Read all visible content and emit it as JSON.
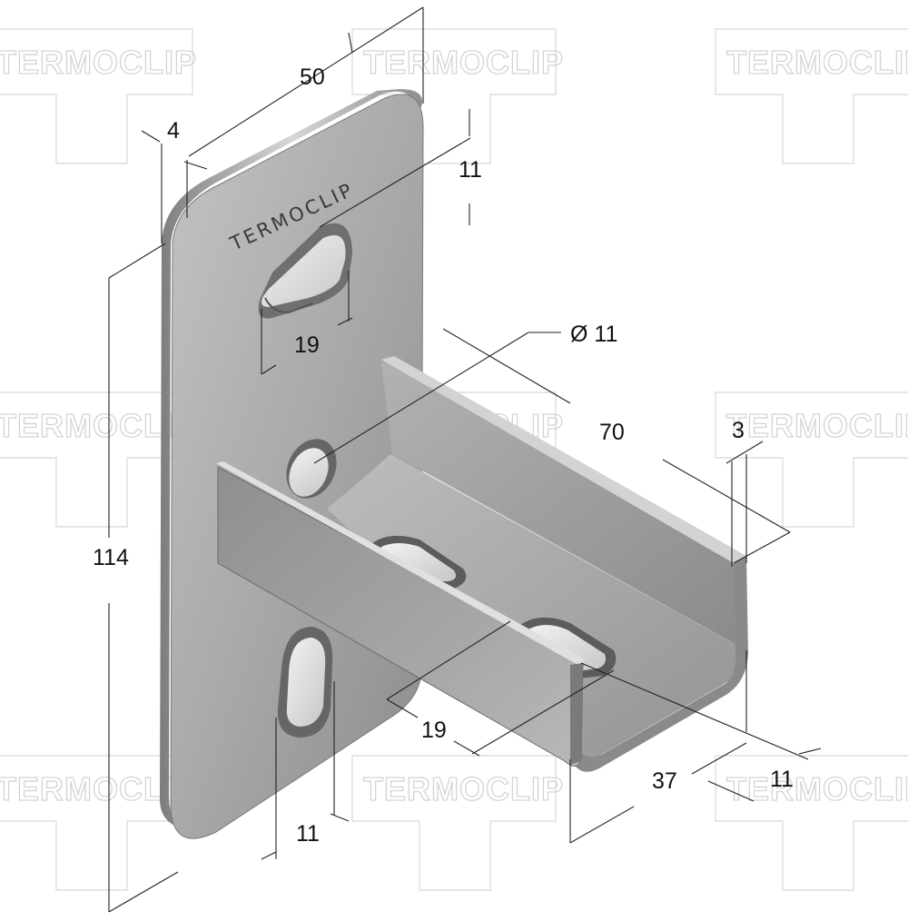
{
  "watermark": {
    "brand": "TERMOCLIP",
    "color": "#d4d4d4"
  },
  "part": {
    "engraving": "TERMOCLIP",
    "metal_light": "#c9c9cb",
    "metal_mid": "#9a9a9c",
    "metal_dark": "#5f5f62"
  },
  "dimensions": {
    "d50": "50",
    "d4": "4",
    "d11_top": "11",
    "d19_top": "19",
    "d_hole": "Ø 11",
    "d70": "70",
    "d3": "3",
    "d114": "114",
    "d19_bottom": "19",
    "d11_right": "11",
    "d37": "37",
    "d11_bottom": "11"
  }
}
